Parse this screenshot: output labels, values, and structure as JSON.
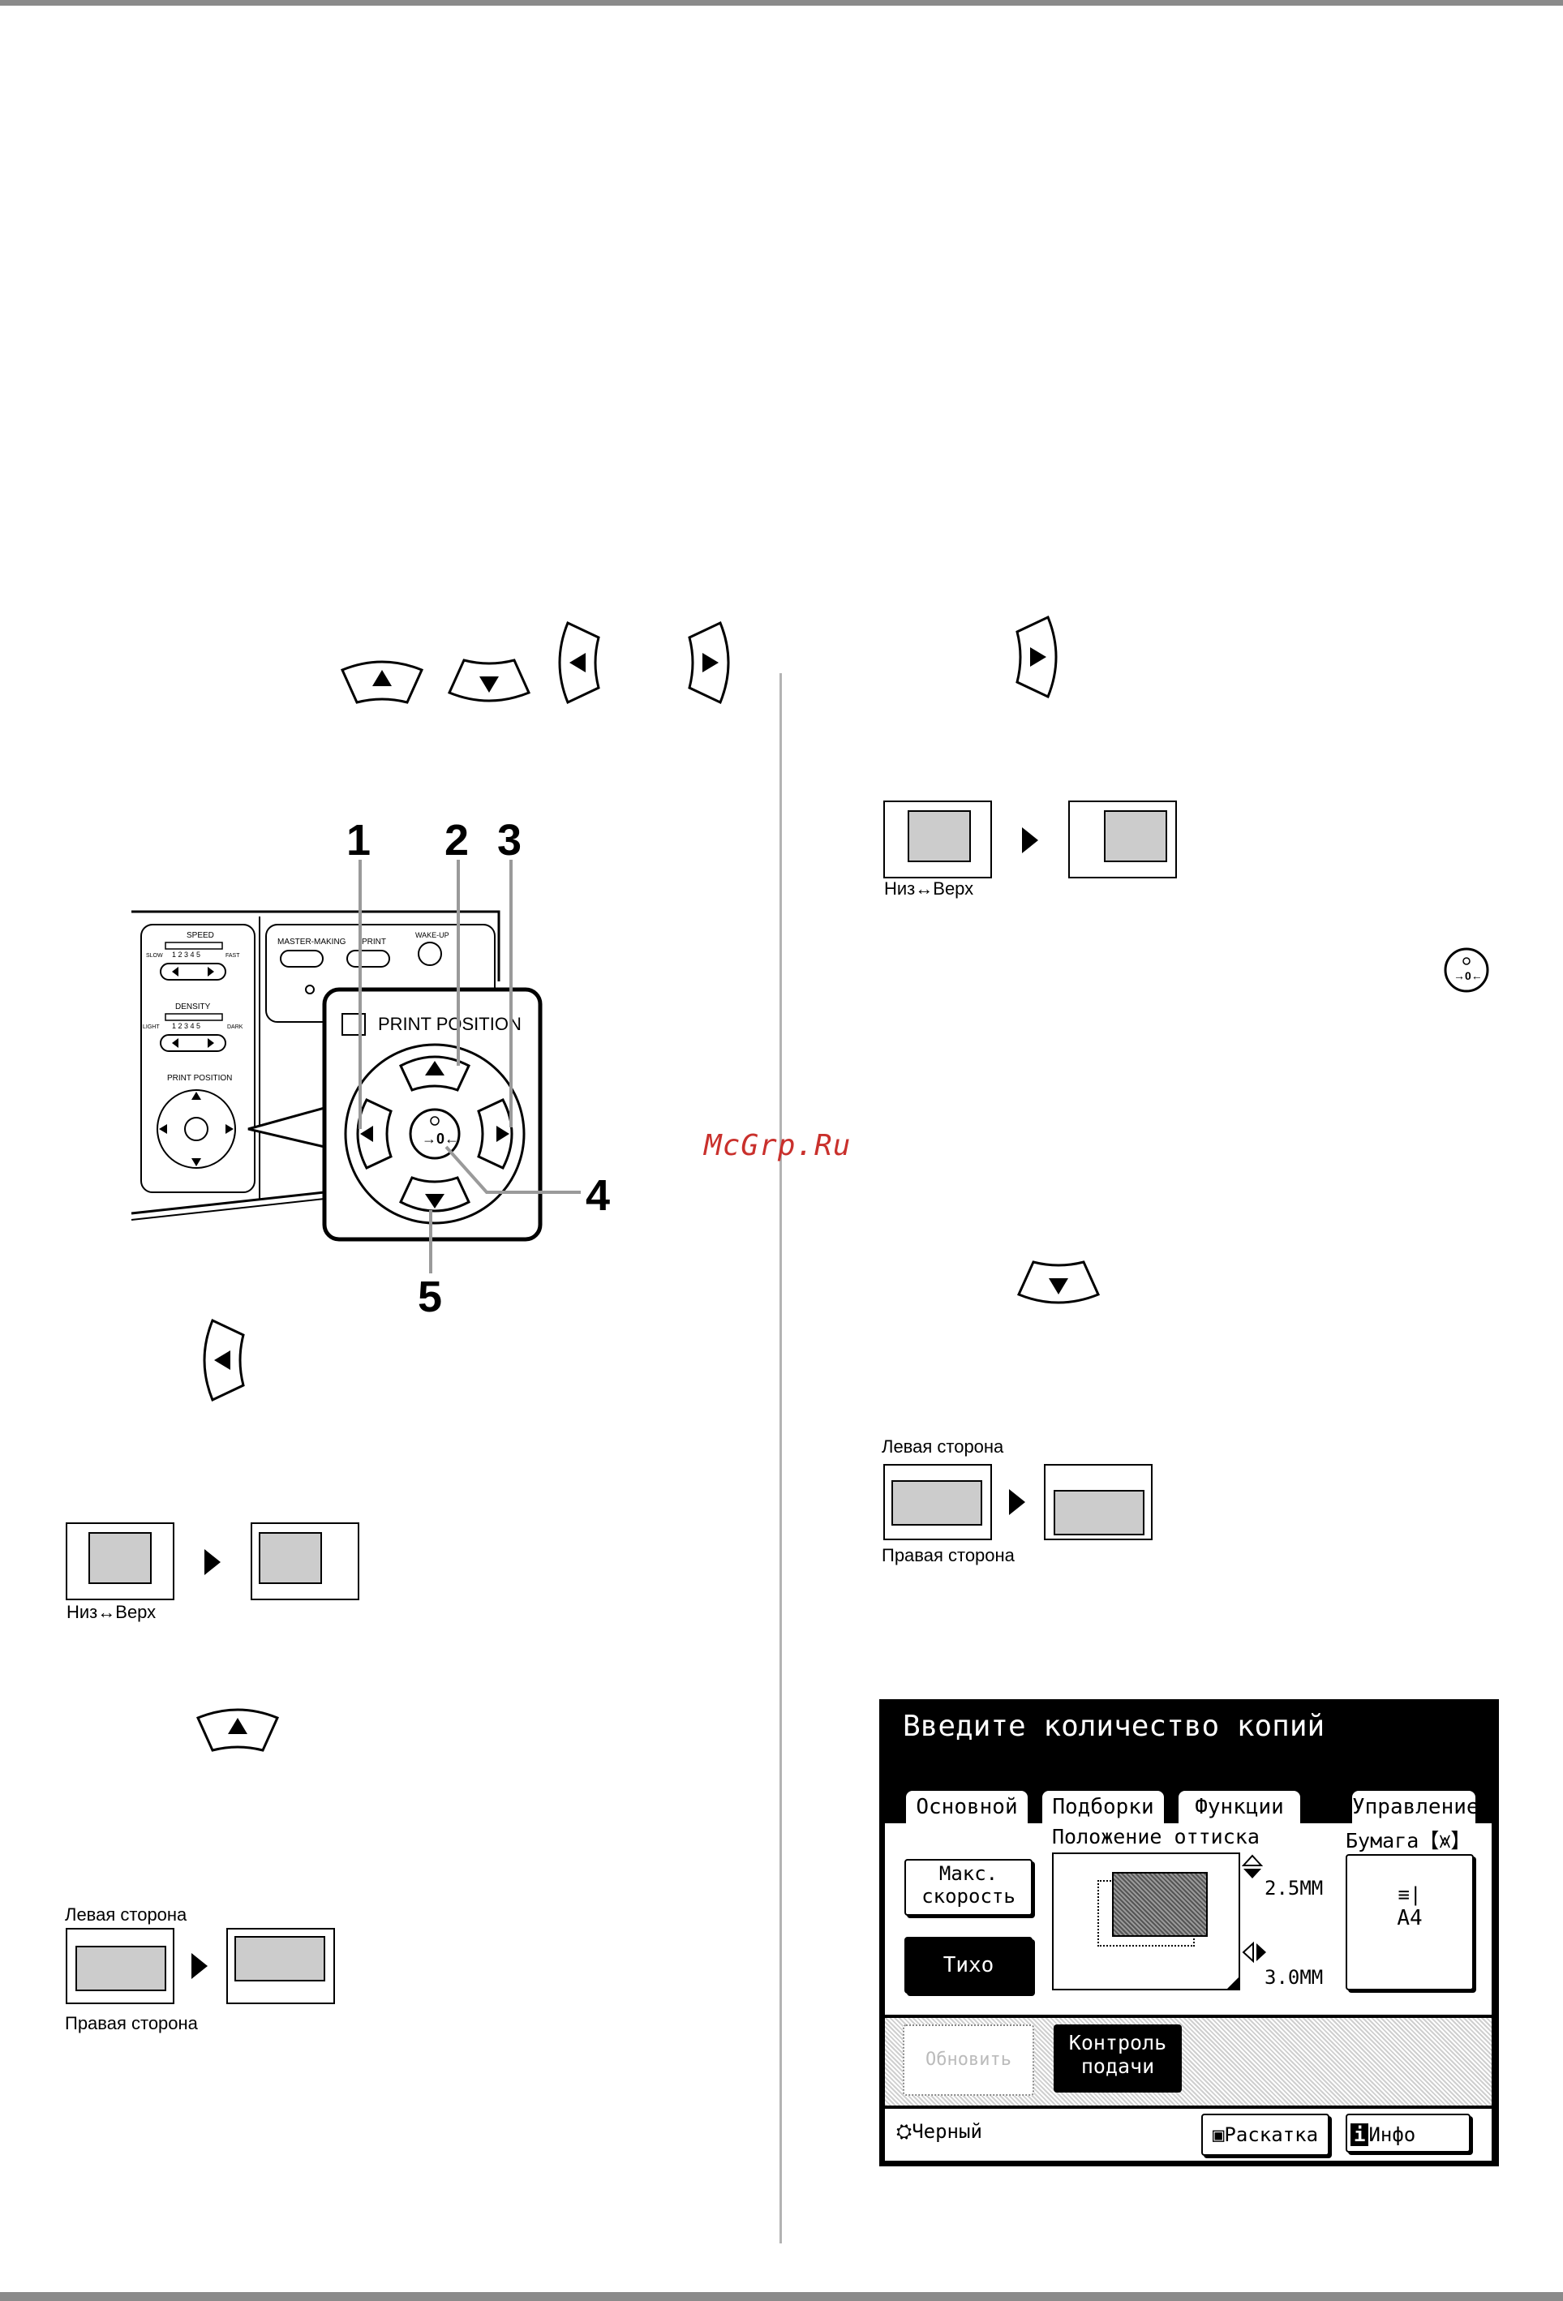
{
  "watermark": "McGrp.Ru",
  "diagram": {
    "callouts": [
      "1",
      "2",
      "3",
      "4",
      "5"
    ],
    "panel_title": "PRINT POSITION",
    "small_panel": {
      "speed_label": "SPEED",
      "slow": "SLOW",
      "fast": "FAST",
      "scale": "1 2 3 4 5",
      "density_label": "DENSITY",
      "light": "LIGHT",
      "dark": "DARK",
      "print_position": "PRINT POSITION",
      "master_making": "MASTER-MAKING",
      "print": "PRINT",
      "wake_up": "WAKE-UP"
    },
    "center_key": "→0←"
  },
  "captions": {
    "low_high": "Низ↔Верх",
    "left_side": "Левая сторона",
    "right_side": "Правая сторона"
  },
  "screen": {
    "title": "Введите количество копий",
    "tabs": [
      "Основной",
      "Подборки",
      "Функции",
      "Управление"
    ],
    "position_label": "Положение оттиска",
    "paper_label": "Бумага",
    "paper_size": "A4",
    "max_speed_line1": "Макс.",
    "max_speed_line2": "скорость",
    "quiet": "Тихо",
    "vertical_value": "2.5MM",
    "horizontal_value": "3.0MM",
    "refresh": "Обновить",
    "feed_control_line1": "Контроль",
    "feed_control_line2": "подачи",
    "color": "Черный",
    "layout": "Раскатка",
    "info": "Инфо"
  },
  "colors": {
    "box_fill": "#cccccc",
    "callout_line": "#9a9a9a",
    "watermark": "#c9302c"
  }
}
